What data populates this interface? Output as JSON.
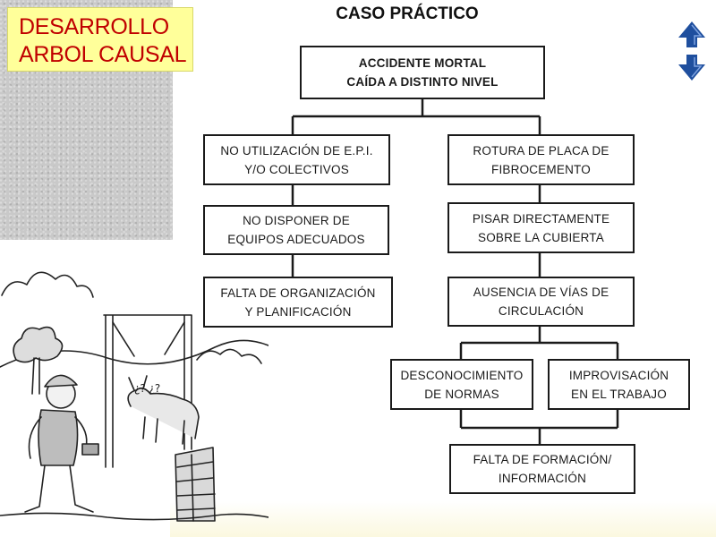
{
  "slide": {
    "title_lines": [
      "DESARROLLO",
      "ARBOL CAUSAL"
    ],
    "heading": "CASO PRÁCTICO"
  },
  "tree": {
    "root": [
      "ACCIDENTE MORTAL",
      "CAÍDA A DISTINTO NIVEL"
    ],
    "left_branch": [
      [
        "NO UTILIZACIÓN DE E.P.I.",
        "Y/O COLECTIVOS"
      ],
      [
        "NO DISPONER DE",
        "EQUIPOS ADECUADOS"
      ],
      [
        "FALTA DE ORGANIZACIÓN",
        "Y PLANIFICACIÓN"
      ]
    ],
    "right_branch": [
      [
        "ROTURA DE PLACA DE",
        "FIBROCEMENTO"
      ],
      [
        "PISAR DIRECTAMENTE",
        "SOBRE LA CUBIERTA"
      ],
      [
        "AUSENCIA DE VÍAS DE",
        "CIRCULACIÓN"
      ]
    ],
    "split": [
      [
        "DESCONOCIMIENTO",
        "DE NORMAS"
      ],
      [
        "IMPROVISACIÓN",
        "EN EL TRABAJO"
      ]
    ],
    "final": [
      "FALTA DE FORMACIÓN/",
      "INFORMACIÓN"
    ]
  },
  "colors": {
    "title_bg": "#ffff9a",
    "title_text": "#c00000",
    "arrow_blue": "#1f4f9e",
    "line": "#1a1a1a"
  },
  "icons": {
    "navigation": "up-down-arrows-icon",
    "illustration": "worker-at-wall-illustration"
  }
}
